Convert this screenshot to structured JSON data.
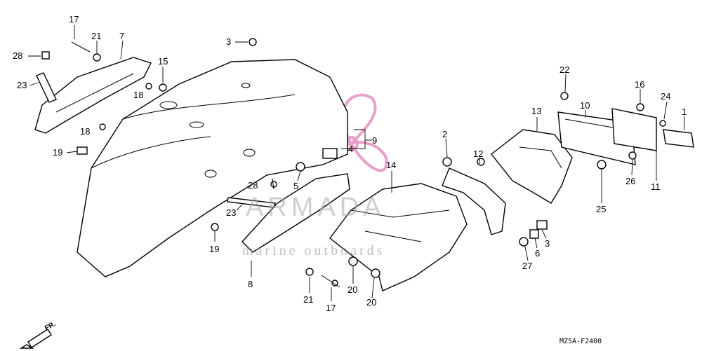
{
  "diagram": {
    "code": "MZ5A-F2400",
    "direction_label": "FR.",
    "callouts": [
      "17",
      "21",
      "7",
      "28",
      "23",
      "15",
      "18",
      "18",
      "19",
      "3",
      "9",
      "4",
      "5",
      "28",
      "23",
      "19",
      "8",
      "21",
      "17",
      "20",
      "20",
      "14",
      "2",
      "12",
      "22",
      "13",
      "10",
      "16",
      "24",
      "1",
      "26",
      "11",
      "25",
      "3",
      "6",
      "27"
    ]
  },
  "watermark": {
    "brand": "ARMADA",
    "tagline": "marine outboards",
    "logo_color": "#e8a0c8"
  }
}
